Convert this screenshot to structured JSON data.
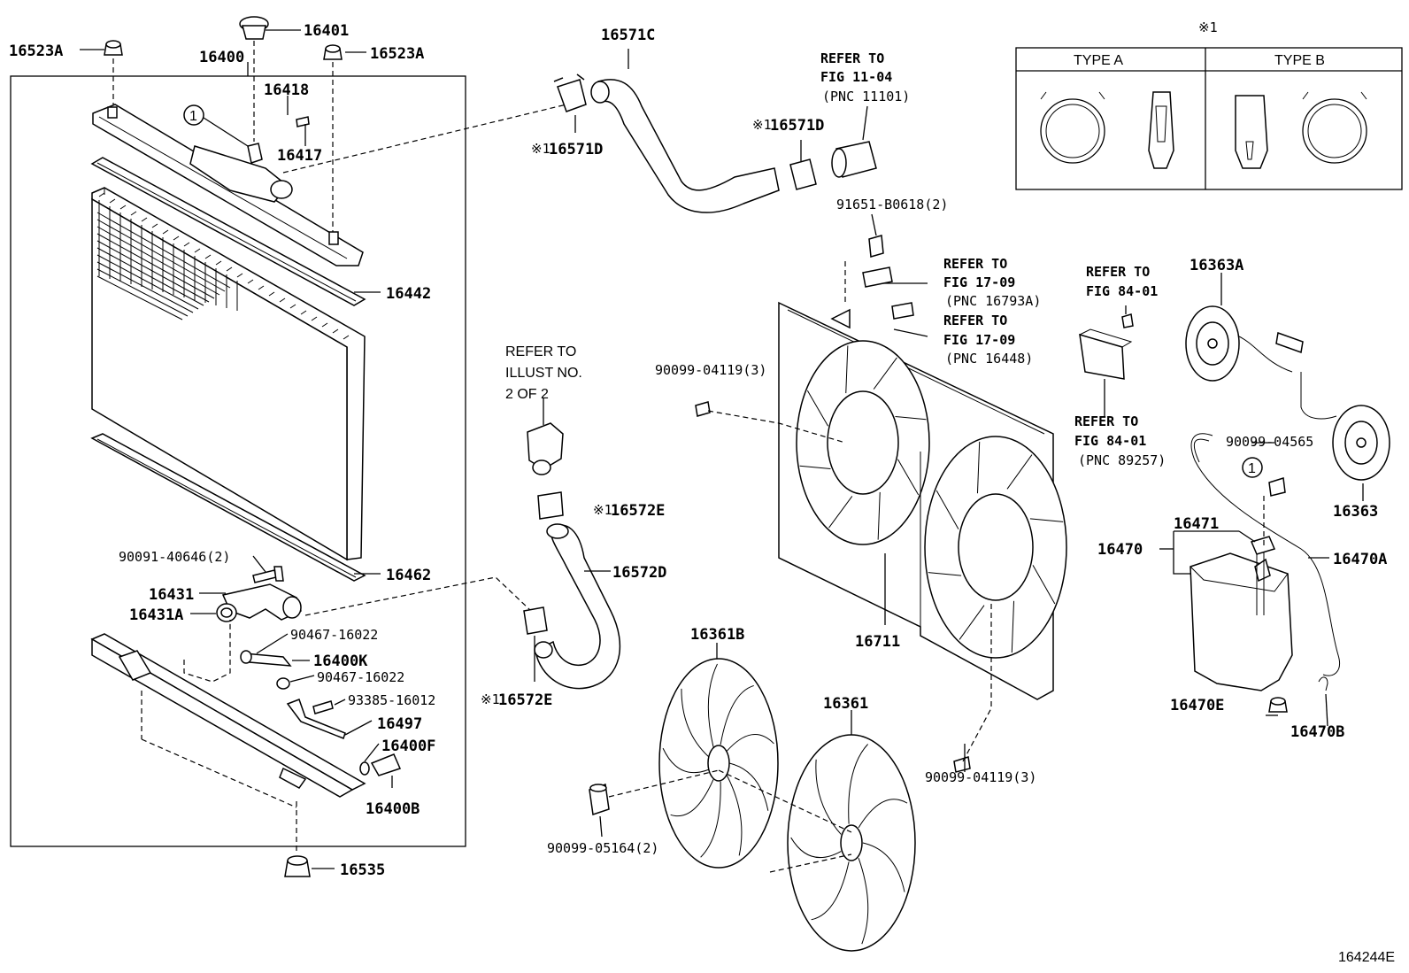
{
  "labels": {
    "p16523A_l": "16523A",
    "p16523A_r": "16523A",
    "p16401": "16401",
    "p16400": "16400",
    "p16418": "16418",
    "p16417": "16417",
    "p16442": "16442",
    "p16462": "16462",
    "p90091": "90091-40646(2)",
    "p16431": "16431",
    "p16431A": "16431A",
    "p90467a": "90467-16022",
    "p16400K": "16400K",
    "p90467b": "90467-16022",
    "p93385": "93385-16012",
    "p16497": "16497",
    "p16400F": "16400F",
    "p16400B": "16400B",
    "p16535": "16535",
    "p16571C": "16571C",
    "p16571D_l": "16571D",
    "p16571D_r": "16571D",
    "p16572E_t": "16572E",
    "p16572D": "16572D",
    "p16572E_b": "16572E",
    "p91651": "91651-B0618(2)",
    "p90099_04119_t": "90099-04119(3)",
    "p90099_04119_b": "90099-04119(3)",
    "p16711": "16711",
    "p16361B": "16361B",
    "p16361": "16361",
    "p90099_05164": "90099-05164(2)",
    "p16363A": "16363A",
    "p16363": "16363",
    "p90099_04565": "90099-04565",
    "p16471": "16471",
    "p16470": "16470",
    "p16470A": "16470A",
    "p16470E": "16470E",
    "p16470B": "16470B"
  },
  "mark": "※1",
  "circle_ref": "1",
  "refs": {
    "fig1104": [
      "REFER TO",
      "FIG 11-04",
      "(PNC 11101)"
    ],
    "fig1709a": [
      "REFER TO",
      "FIG 17-09",
      "(PNC 16793A)"
    ],
    "fig1709b": [
      "REFER TO",
      "FIG 17-09",
      "(PNC 16448)"
    ],
    "fig8401a": [
      "REFER TO",
      "FIG 84-01"
    ],
    "fig8401b": [
      "REFER TO",
      "FIG 84-01",
      "(PNC 89257)"
    ],
    "illust": [
      "REFER TO",
      "ILLUST NO.",
      "2 OF 2"
    ]
  },
  "type_table": {
    "type_a": "TYPE A",
    "type_b": "TYPE B"
  },
  "figure_id": "164244E"
}
